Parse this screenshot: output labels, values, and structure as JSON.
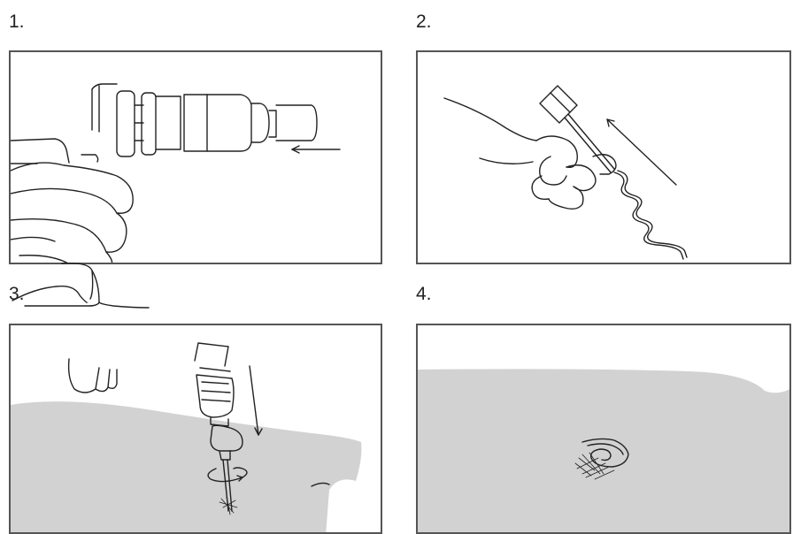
{
  "steps": [
    {
      "number": "1."
    },
    {
      "number": "2."
    },
    {
      "number": "3."
    },
    {
      "number": "4."
    }
  ],
  "colors": {
    "frame": "#555555",
    "ink": "#222222",
    "surface": "#d2d2d2",
    "paper": "#ffffff"
  }
}
